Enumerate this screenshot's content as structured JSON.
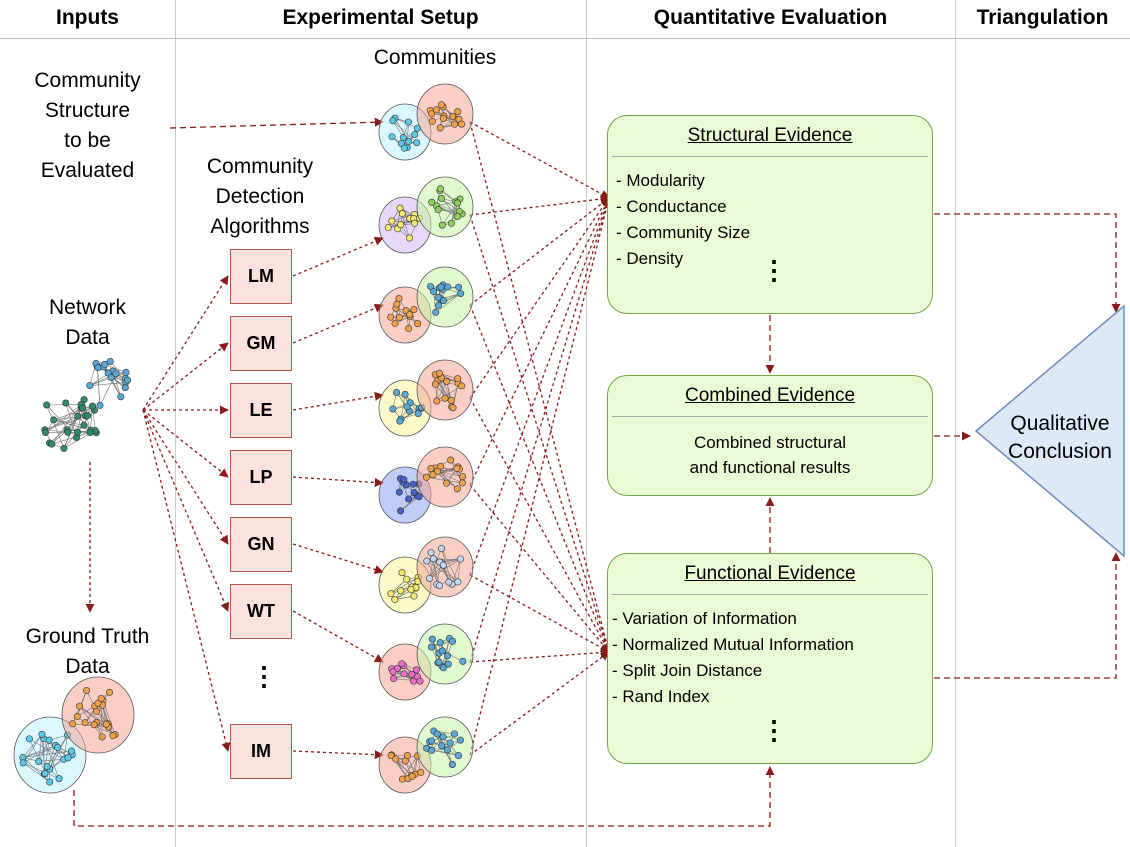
{
  "headers": {
    "inputs": "Inputs",
    "experimental_setup": "Experimental Setup",
    "quantitative_evaluation": "Quantitative Evaluation",
    "triangulation": "Triangulation"
  },
  "inputs": {
    "community_structure": [
      "Community",
      "Structure",
      "to be",
      "Evaluated"
    ],
    "network_data": [
      "Network",
      "Data"
    ],
    "ground_truth": [
      "Ground Truth",
      "Data"
    ]
  },
  "setup": {
    "communities_label": "Communities",
    "algorithms_label": [
      "Community",
      "Detection",
      "Algorithms"
    ],
    "algorithms": [
      "LM",
      "GM",
      "LE",
      "LP",
      "GN",
      "WT",
      "IM"
    ],
    "ellipsis": "⋮"
  },
  "evaluation": {
    "structural": {
      "title": "Structural Evidence",
      "items": [
        "- Modularity",
        "- Conductance",
        "- Community Size",
        "- Density"
      ]
    },
    "combined": {
      "title": "Combined Evidence",
      "body": [
        "Combined structural",
        "and functional results"
      ]
    },
    "functional": {
      "title": "Functional Evidence",
      "items": [
        "- Variation of Information",
        "- Normalized Mutual Information",
        "- Split Join Distance",
        "- Rand Index"
      ]
    }
  },
  "triangulation": {
    "conclusion": [
      "Qualitative",
      "Conclusion"
    ]
  },
  "colors": {
    "arrow": "#8b1a1a",
    "evidence_fill": "#eafad5",
    "evidence_stroke": "#70a648",
    "algorithm_fill": "#fbe2dc",
    "algorithm_stroke": "#b85450",
    "triangle_fill": "#dde9f7",
    "triangle_stroke": "#6c8ebf"
  }
}
